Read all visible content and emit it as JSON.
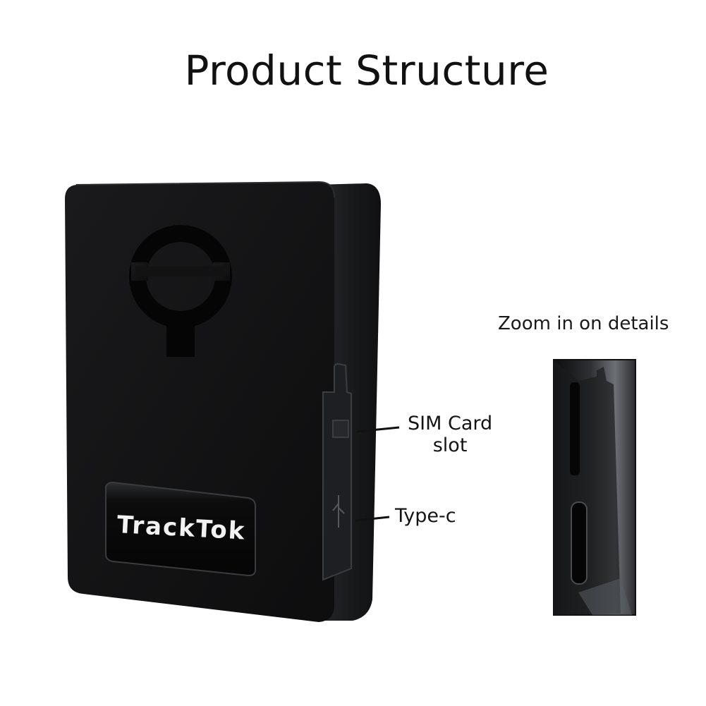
{
  "title": "Product Structure",
  "zoom_label": "Zoom in on details",
  "device": {
    "brand": "TrackTok"
  },
  "callouts": {
    "sim_line1": "SIM Card",
    "sim_line2": "slot",
    "typec": "Type-c"
  },
  "colors": {
    "device_body": "#121213",
    "device_side": "#1d1e20",
    "label_plate": "#0a0a0b",
    "label_text": "#f2f2f2",
    "text": "#111111"
  }
}
